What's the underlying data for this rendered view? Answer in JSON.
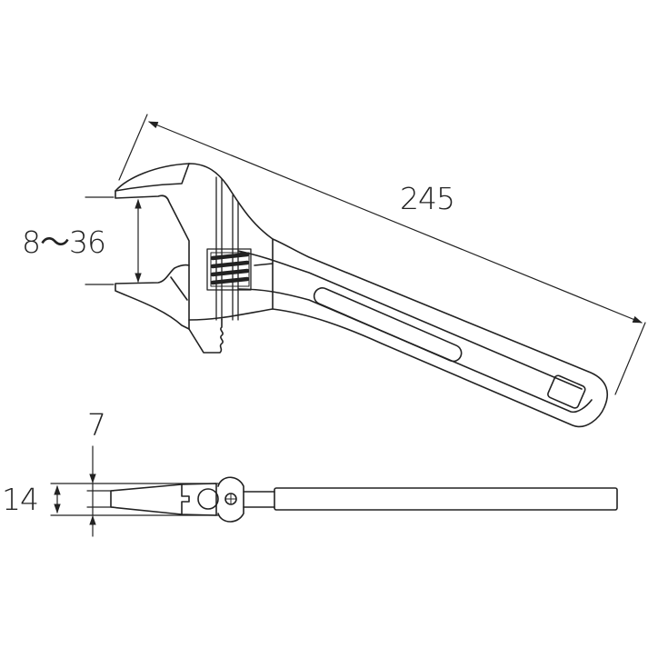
{
  "drawing": {
    "subject": "adjustable wrench",
    "line_color": "#222222",
    "background": "#ffffff",
    "views": [
      {
        "name": "front-view",
        "description": "wrench side profile with jaw, worm gear and slotted handle"
      },
      {
        "name": "edge-view",
        "description": "wrench thickness profile"
      }
    ]
  },
  "dimensions": {
    "overall_length": "245",
    "jaw_opening": "8～36",
    "tip_thickness": "7",
    "body_thickness": "14"
  }
}
